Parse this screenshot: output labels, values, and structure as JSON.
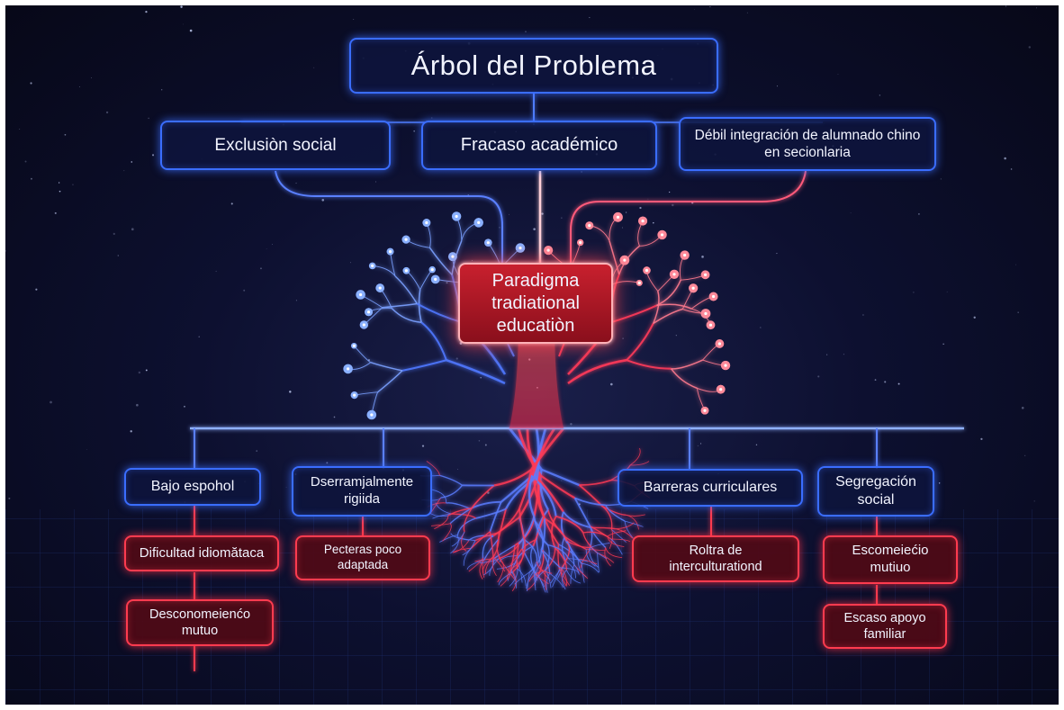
{
  "title": "Árbol del Problema",
  "effects": [
    "Exclusiòn social",
    "Fracaso académico",
    "Débil integración de alumnado chino en secionlaria"
  ],
  "core_problem": "Paradigma tradiational educatiòn",
  "causes": [
    {
      "label": "Bajo espohol",
      "sub": [
        "Dificultad idiomătaca",
        "Desconomeienćo mutuo"
      ]
    },
    {
      "label": "Dserramjalmente rigiida",
      "sub": [
        "Pecteras poco adaptada"
      ]
    },
    {
      "label": "Barreras curriculares",
      "sub": [
        "Roltra de interculturationd"
      ]
    },
    {
      "label": "Segregación social",
      "sub": [
        "Escomeiećio mutiuo",
        "Escaso apoyo familiar"
      ]
    }
  ],
  "colors": {
    "effect_border": "#3a6dff",
    "cause_border": "#ff3b4f",
    "core_fill": "#b01828",
    "background": "#0b0d2a"
  }
}
